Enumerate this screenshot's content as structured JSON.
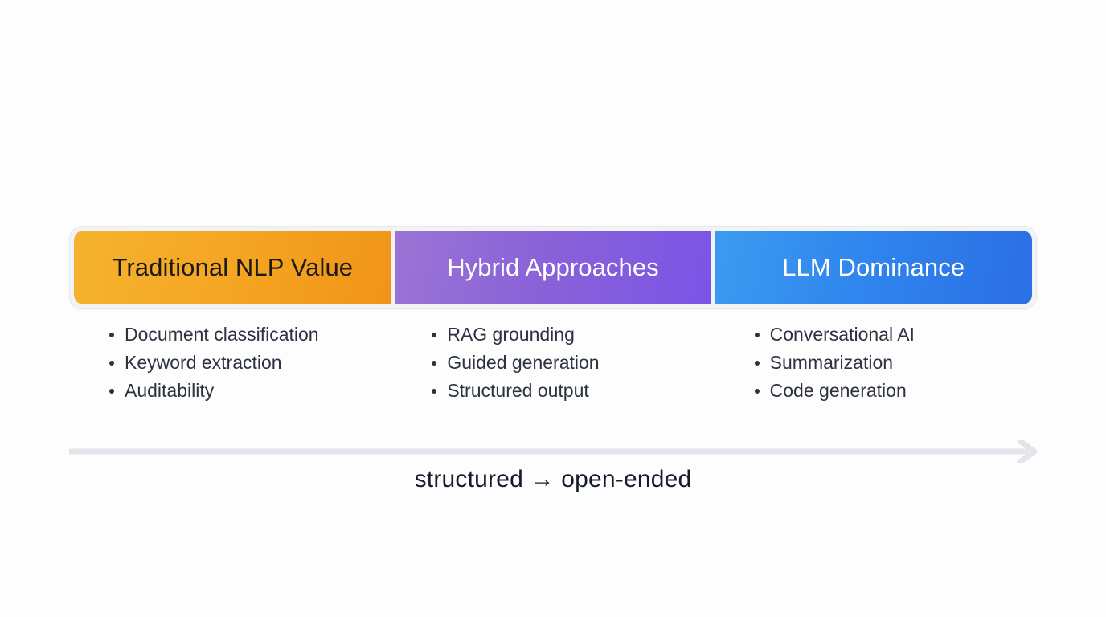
{
  "background_color": "#fdfdfd",
  "spectrum": {
    "segments": [
      {
        "label": "Traditional NLP Value",
        "color_start": "#f5b32e",
        "color_end": "#f09418",
        "text_color": "#1d1b17",
        "items": [
          "Document classification",
          "Keyword extraction",
          "Auditability"
        ]
      },
      {
        "label": "Hybrid Approaches",
        "color_start": "#9a74d4",
        "color_end": "#7a54e6",
        "text_color": "#ffffff",
        "items": [
          "RAG grounding",
          "Guided generation",
          "Structured output"
        ]
      },
      {
        "label": "LLM Dominance",
        "color_start": "#3b9bf0",
        "color_end": "#2b6fe4",
        "text_color": "#ffffff",
        "items": [
          "Conversational AI",
          "Summarization",
          "Code generation"
        ]
      }
    ]
  },
  "axis": {
    "icon": "right-arrow-icon",
    "color": "#e3e5ea",
    "caption": "structured → open-ended",
    "caption_color": "#151b2b"
  }
}
